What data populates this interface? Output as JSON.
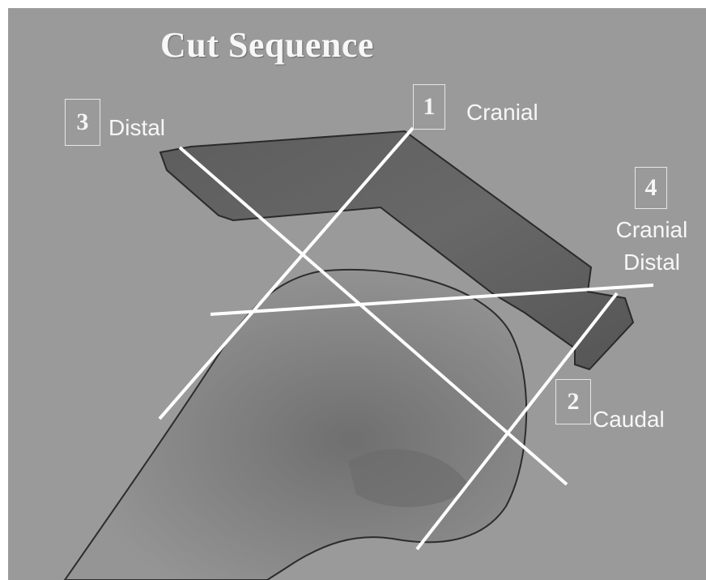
{
  "title": "Cut Sequence",
  "cuts": [
    {
      "number": "1",
      "label": "Cranial"
    },
    {
      "number": "2",
      "label": "Caudal"
    },
    {
      "number": "3",
      "label": "Distal"
    },
    {
      "number": "4",
      "label_line1": "Cranial",
      "label_line2": "Distal"
    }
  ],
  "colors": {
    "background": "#9a9a9a",
    "cutting_guide": "#5a5a5a",
    "bone": "#8a8a8a",
    "cut_lines": "#ffffff",
    "text": "#f7f7f7"
  }
}
